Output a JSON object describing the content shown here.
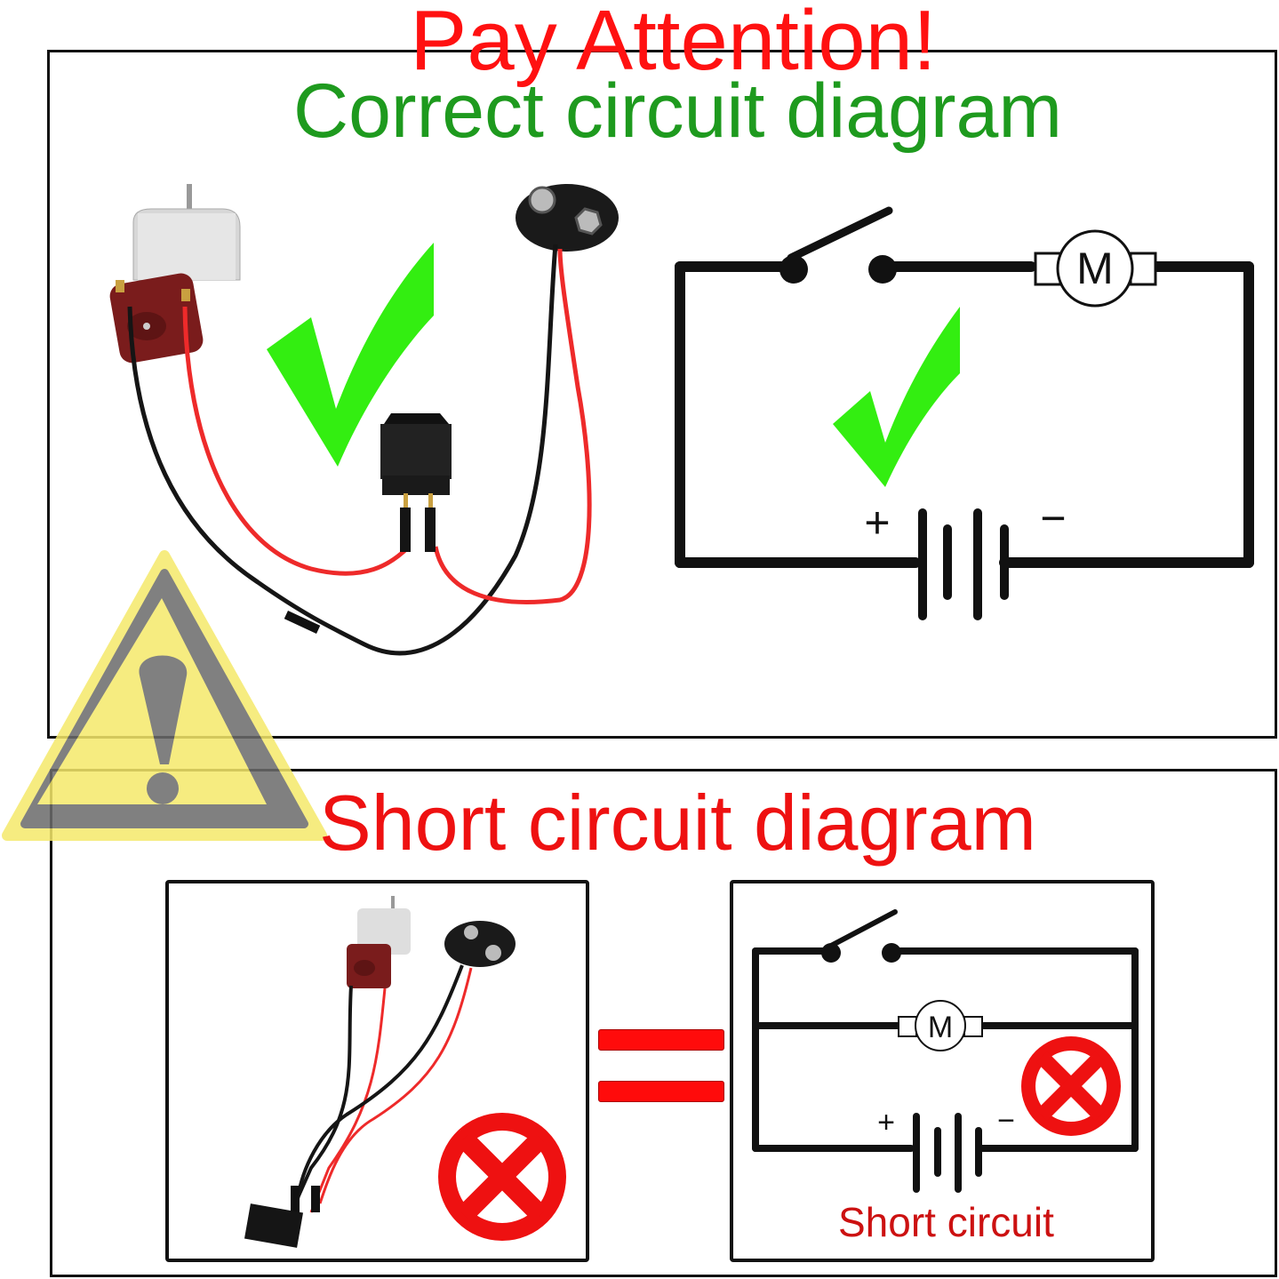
{
  "header": {
    "title": "Pay Attention!",
    "title_color": "#ff1111"
  },
  "correct_section": {
    "heading": "Correct circuit diagram",
    "heading_color": "#1e9a1e",
    "photo": {
      "components": [
        "DC motor",
        "9V battery snap connector",
        "rocker switch",
        "red wire",
        "black wire"
      ],
      "status_icon": "green-check-icon"
    },
    "schematic": {
      "motor_label": "M",
      "battery_plus": "+",
      "battery_minus": "−",
      "components": [
        "switch (open)",
        "motor",
        "battery"
      ],
      "wiring": "series",
      "status_icon": "green-check-icon"
    }
  },
  "warning_icon": {
    "type": "warning-triangle",
    "symbol": "!",
    "fill": "#f5e96a",
    "stroke": "#6b6b6b"
  },
  "short_section": {
    "heading": "Short circuit diagram",
    "heading_color": "#ee1111",
    "photo": {
      "components": [
        "DC motor",
        "9V battery snap connector",
        "rocker switch",
        "red wire",
        "black wire"
      ],
      "status_icon": "red-x-icon"
    },
    "equals_symbol": "=",
    "schematic": {
      "motor_label": "M",
      "battery_plus": "+",
      "battery_minus": "−",
      "components": [
        "switch (open)",
        "motor",
        "battery"
      ],
      "wiring": "parallel",
      "caption": "Short circuit",
      "caption_color": "#cc1111",
      "status_icon": "red-x-icon"
    }
  },
  "colors": {
    "check_green": "#33ee11",
    "cross_red": "#ee1111",
    "wire_red": "#ee2a2a",
    "wire_black": "#151515"
  }
}
